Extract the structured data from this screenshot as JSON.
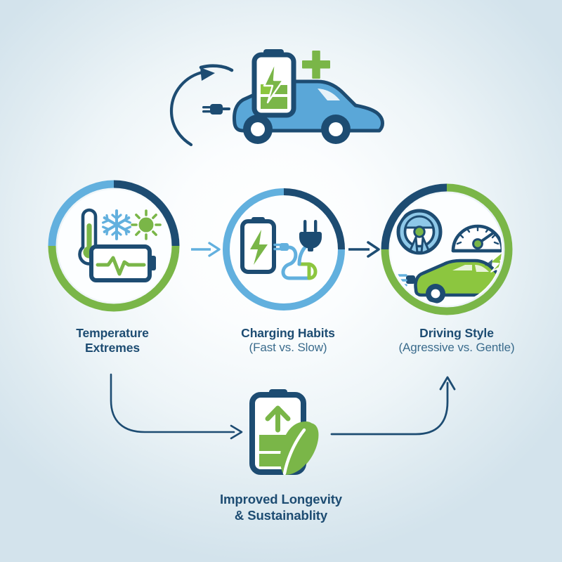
{
  "infographic": {
    "background_colors": {
      "edge": "#d3e3ec",
      "center": "#ffffff"
    },
    "palette": {
      "navy": "#1d4c72",
      "navy_dark": "#1a4566",
      "light_blue": "#62b0de",
      "mid_blue": "#4f9fd4",
      "green": "#7ab648",
      "green_light": "#8cc63f",
      "text": "#1d4c72"
    },
    "hero": {
      "name": "electric-vehicle-charging-illustration",
      "elements": [
        "blue-car",
        "battery-with-charge-bars",
        "lightning-bolt",
        "plus-sign",
        "charging-cable-plug",
        "recycle-arrow"
      ]
    },
    "nodes": [
      {
        "id": "temperature",
        "title": "Temperature",
        "title_line2": "Extremes",
        "sub": "",
        "icons": [
          "thermometer-icon",
          "snowflake-icon",
          "sun-icon",
          "battery-pulse-icon"
        ],
        "ring_segments": [
          {
            "color": "#1d4c72",
            "label": "navy"
          },
          {
            "color": "#62b0de",
            "label": "light-blue"
          },
          {
            "color": "#7ab648",
            "label": "green"
          }
        ]
      },
      {
        "id": "charging",
        "title": "Charging Habits",
        "sub": "(Fast vs. Slow)",
        "icons": [
          "battery-bolt-icon",
          "plug-cable-icon"
        ],
        "ring_segments": [
          {
            "color": "#1d4c72",
            "label": "navy"
          },
          {
            "color": "#62b0de",
            "label": "light-blue"
          }
        ]
      },
      {
        "id": "driving",
        "title": "Driving Style",
        "sub": "(Agressive vs. Gentle)",
        "icons": [
          "steering-wheel-icon",
          "speedometer-icon",
          "green-car-icon",
          "lightning-bolt-icon"
        ],
        "ring_segments": [
          {
            "color": "#1d4c72",
            "label": "navy"
          },
          {
            "color": "#7ab648",
            "label": "green"
          }
        ]
      }
    ],
    "outcome": {
      "id": "outcome",
      "title": "Improved Longevity",
      "title_line2": "& Sustainablity",
      "icons": [
        "battery-up-arrow-icon",
        "leaf-icon"
      ]
    },
    "connectors": [
      {
        "name": "arrow-temperature-to-charging",
        "color": "#62b0de",
        "direction": "right"
      },
      {
        "name": "arrow-charging-to-driving",
        "color": "#1d4c72",
        "direction": "right"
      },
      {
        "name": "arrow-temperature-to-outcome",
        "color": "#1d4c72",
        "direction": "curve-down-right"
      },
      {
        "name": "arrow-outcome-to-driving",
        "color": "#1d4c72",
        "direction": "curve-right-up"
      }
    ]
  }
}
